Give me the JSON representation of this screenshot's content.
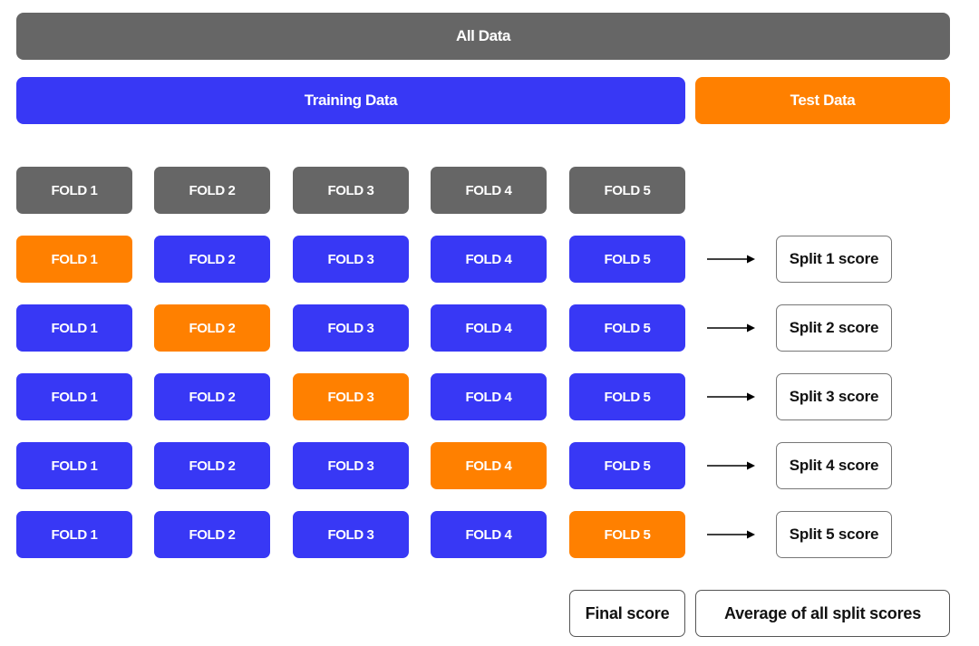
{
  "all_data": "All Data",
  "training_data": "Training Data",
  "test_data": "Test Data",
  "folds": [
    "FOLD 1",
    "FOLD 2",
    "FOLD 3",
    "FOLD 4",
    "FOLD 5"
  ],
  "split_scores": [
    "Split 1 score",
    "Split 2 score",
    "Split 3 score",
    "Split 4 score",
    "Split 5 score"
  ],
  "final_score": "Final score",
  "final_description": "Average of all split scores",
  "colors": {
    "gray": "#666666",
    "training": "#3838f5",
    "test": "#ff8000"
  }
}
